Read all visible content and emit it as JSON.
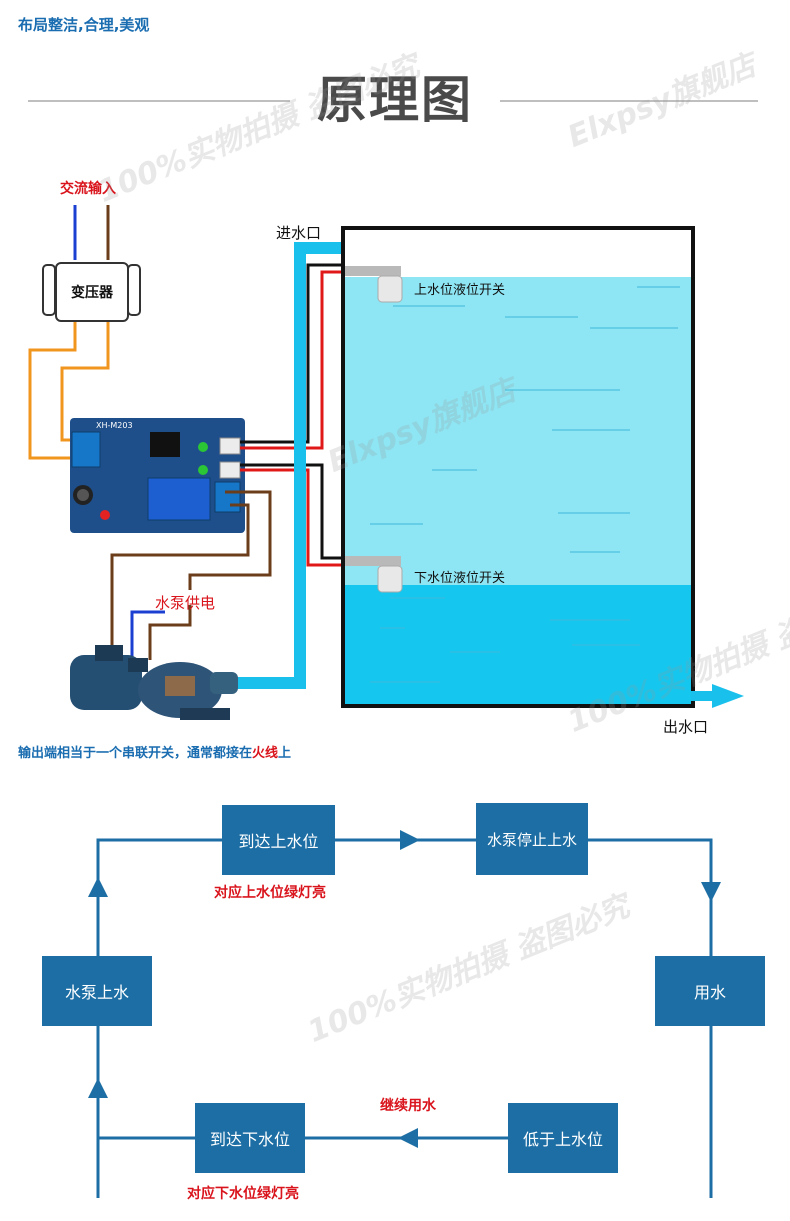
{
  "header": {
    "line1": "布局整洁,合理,美观",
    "title": "原理图"
  },
  "wiring": {
    "ac_input": "交流输入",
    "transformer": "变压器",
    "board_model": "XH-M203",
    "inlet": "进水口",
    "outlet": "出水口",
    "upper_switch": "上水位液位开关",
    "lower_switch": "下水位液位开关",
    "pump_power": "水泵供电",
    "note_prefix": "输出端相当于一个串联开关，通常都接在",
    "note_highlight": "火线",
    "note_suffix": "上"
  },
  "flow": {
    "reach_upper": "到达上水位",
    "pump_stop": "水泵停止上水",
    "use_water": "用水",
    "below_upper": "低于上水位",
    "reach_lower": "到达下水位",
    "pump_fill": "水泵上水",
    "upper_led_note": "对应上水位绿灯亮",
    "lower_led_note": "对应下水位绿灯亮",
    "continue_note": "继续用水"
  },
  "watermarks": {
    "brand": "Elxpsy旗舰店",
    "photo": "100%实物拍摄 盗图必究"
  },
  "colors": {
    "accent_blue": "#1c6ea4",
    "water_light": "#8ee6f4",
    "water_dark": "#15c7ef",
    "pipe": "#19c0ec",
    "red": "#d9141c"
  }
}
